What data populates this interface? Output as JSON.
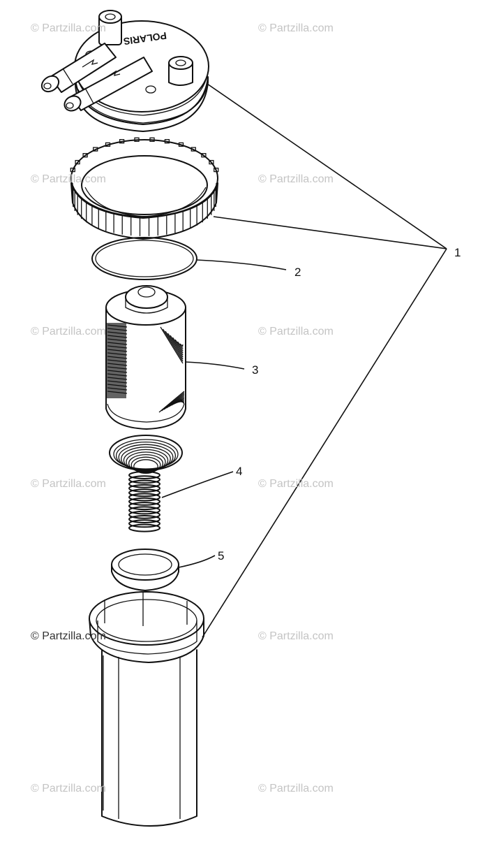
{
  "watermarks": [
    {
      "text": "© Partzilla.com",
      "dark": false
    },
    {
      "text": "© Partzilla.com",
      "dark": false
    },
    {
      "text": "© Partzilla.com",
      "dark": false
    },
    {
      "text": "© Partzilla.com",
      "dark": false
    },
    {
      "text": "© Partzilla.com",
      "dark": false
    },
    {
      "text": "© Partzilla.com",
      "dark": false
    },
    {
      "text": "© Partzilla.com",
      "dark": false
    },
    {
      "text": "© Partzilla.com",
      "dark": false
    },
    {
      "text": "© Partzilla.com",
      "dark": true
    },
    {
      "text": "© Partzilla.com",
      "dark": false
    },
    {
      "text": "© Partzilla.com",
      "dark": false
    },
    {
      "text": "© Partzilla.com",
      "dark": false
    }
  ],
  "callouts": {
    "c1": "1",
    "c2": "2",
    "c3": "3",
    "c4": "4",
    "c5": "5"
  },
  "logo_text": "POLARIS"
}
